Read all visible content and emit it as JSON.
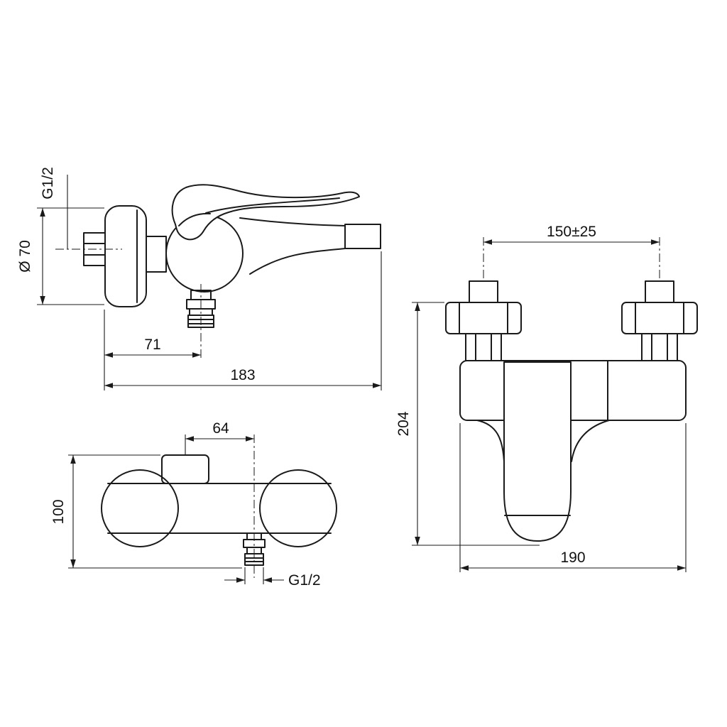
{
  "page": {
    "background": "#ffffff",
    "line_color": "#1a1a1a"
  },
  "drawing": {
    "type": "technical-drawing",
    "subject": "wall-mounted single-lever shower mixer, three orthographic views with dimensions",
    "views": {
      "side": {
        "labels": {
          "wall_thread": "G1/2",
          "flange_diameter": "Ø 70",
          "outlet_offset": "71",
          "total_projection": "183"
        }
      },
      "plan": {
        "labels": {
          "handle_to_outlet": "64",
          "depth": "100",
          "outlet_thread": "G1/2"
        }
      },
      "front": {
        "labels": {
          "hole_spacing": "150±25",
          "height": "204",
          "width": "190"
        }
      }
    }
  }
}
